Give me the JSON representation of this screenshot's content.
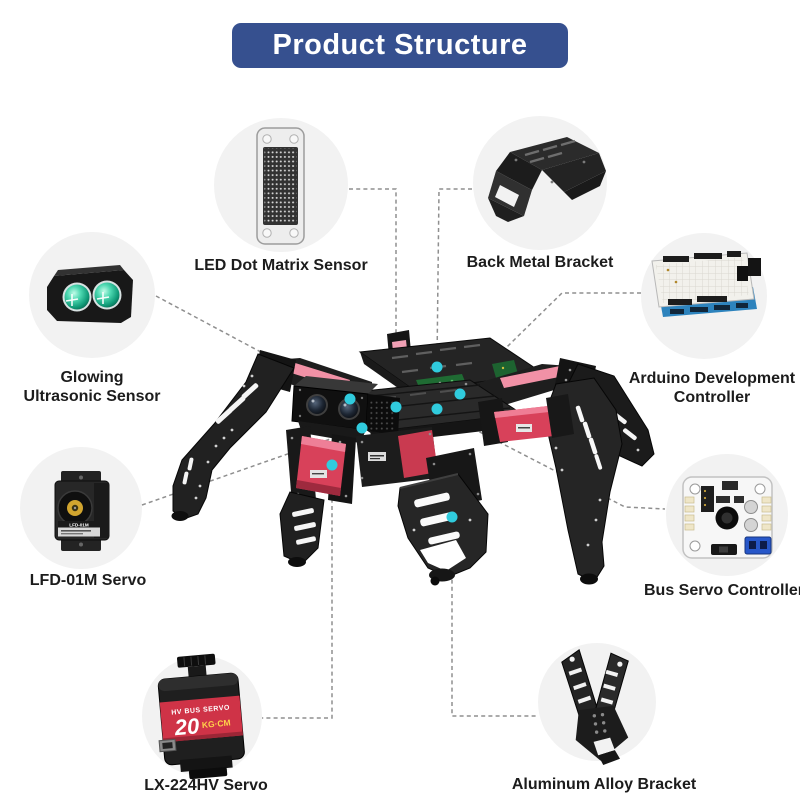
{
  "banner": {
    "label": "Product Structure",
    "bg_color": "#36508f",
    "text_color": "#ffffff"
  },
  "components": [
    {
      "id": "led-dot-matrix-sensor",
      "label": "LED Dot Matrix Sensor",
      "icon": "led-dot-matrix-icon"
    },
    {
      "id": "back-metal-bracket",
      "label": "Back Metal Bracket",
      "icon": "back-metal-bracket-icon"
    },
    {
      "id": "glowing-ultrasonic-sensor",
      "label": "Glowing\nUltrasonic Sensor",
      "icon": "glowing-ultrasonic-sensor-icon"
    },
    {
      "id": "arduino-development-controller",
      "label": "Arduino Development\nController",
      "icon": "arduino-board-icon"
    },
    {
      "id": "lfd-01m-servo",
      "label": "LFD-01M Servo",
      "icon": "lfd-servo-icon"
    },
    {
      "id": "bus-servo-controller",
      "label": "Bus Servo Controller",
      "icon": "bus-servo-controller-icon"
    },
    {
      "id": "lx-224hv-servo",
      "label": "LX-224HV Servo",
      "icon": "lx-servo-icon"
    },
    {
      "id": "aluminum-alloy-bracket",
      "label": "Aluminum Alloy Bracket",
      "icon": "aluminum-bracket-icon"
    }
  ],
  "robot": {
    "name": "hexapod-spider-robot",
    "body_color": "#1d1d1d",
    "accent_color": "#d8415a",
    "lfd_label": "LFD-01M",
    "lx_band": {
      "line1": "HV BUS SERVO",
      "value": "20",
      "unit": "KG·CM"
    }
  },
  "connector": {
    "line_color": "#8f8f8f",
    "dot_color": "#30cbdd",
    "circle_bg": "#f2f2f2"
  }
}
